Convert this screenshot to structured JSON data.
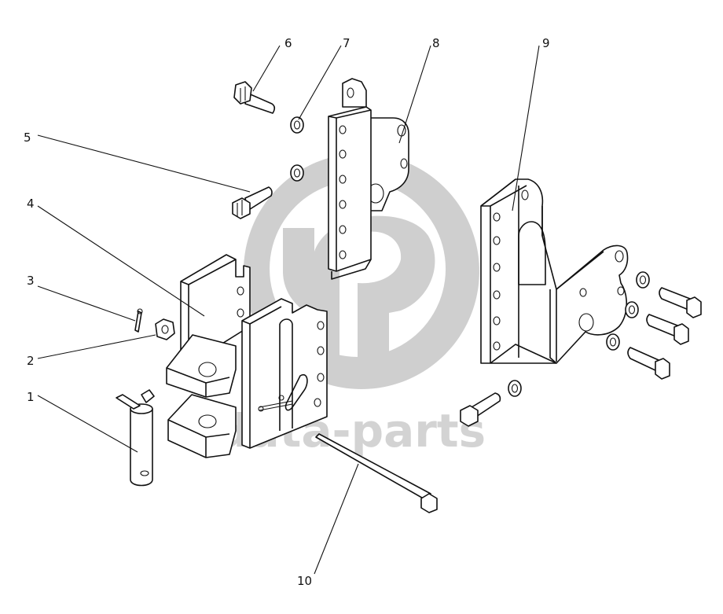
{
  "watermark": {
    "text": "data-parts",
    "color": "#cfcfcf"
  },
  "callouts": [
    {
      "id": "1",
      "label": "1"
    },
    {
      "id": "2",
      "label": "2"
    },
    {
      "id": "3",
      "label": "3"
    },
    {
      "id": "4",
      "label": "4"
    },
    {
      "id": "5",
      "label": "5"
    },
    {
      "id": "6",
      "label": "6"
    },
    {
      "id": "7",
      "label": "7"
    },
    {
      "id": "8",
      "label": "8"
    },
    {
      "id": "9",
      "label": "9"
    },
    {
      "id": "10",
      "label": "10"
    }
  ],
  "colors": {
    "line": "#111111",
    "background": "#ffffff"
  }
}
